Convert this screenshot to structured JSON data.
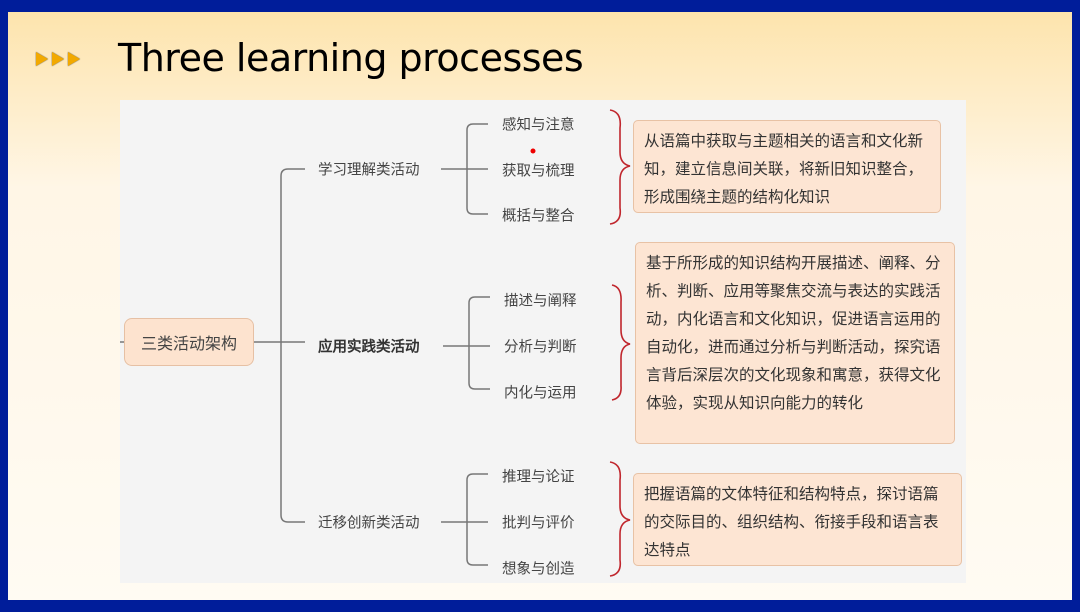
{
  "slide": {
    "title": "Three learning processes",
    "icon": "triple-arrow-icon"
  },
  "diagram": {
    "root": "三类活动架构",
    "branches": [
      {
        "label": "学习理解类活动",
        "children": [
          "感知与注意",
          "获取与梳理",
          "概括与整合"
        ],
        "description": "从语篇中获取与主题相关的语言和文化新知，建立信息间关联，将新旧知识整合，形成围绕主题的结构化知识"
      },
      {
        "label": "应用实践类活动",
        "children": [
          "描述与阐释",
          "分析与判断",
          "内化与运用"
        ],
        "description": "基于所形成的知识结构开展描述、阐释、分析、判断、应用等聚焦交流与表达的实践活动，内化语言和文化知识，促进语言运用的自动化，进而通过分析与判断活动，探究语言背后深层次的文化现象和寓意，获得文化体验，实现从知识向能力的转化"
      },
      {
        "label": "迁移创新类活动",
        "children": [
          "推理与论证",
          "批判与评价",
          "想象与创造"
        ],
        "description": "把握语篇的文体特征和结构特点，探讨语篇的交际目的、组织结构、衔接手段和语言表达特点"
      }
    ]
  },
  "colors": {
    "border": "#001d9a",
    "accent": "#f2a900",
    "box": "#fde5d3",
    "brace": "#c0262d"
  }
}
